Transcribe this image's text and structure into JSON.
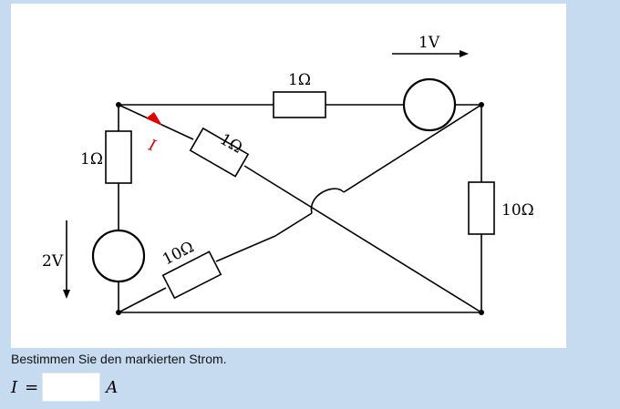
{
  "circuit": {
    "source_top_label": "1V",
    "source_left_label": "2V",
    "r_top_label": "1Ω",
    "r_left_label": "1Ω",
    "r_diag_upper_label": "1Ω",
    "r_diag_lower_label": "10Ω",
    "r_right_label": "10Ω",
    "current_label": "I",
    "current_arrow_color": "#e00000"
  },
  "question": {
    "text": "Bestimmen Sie den markierten Strom.",
    "variable": "I",
    "equals": "=",
    "unit": "A",
    "input_value": ""
  }
}
